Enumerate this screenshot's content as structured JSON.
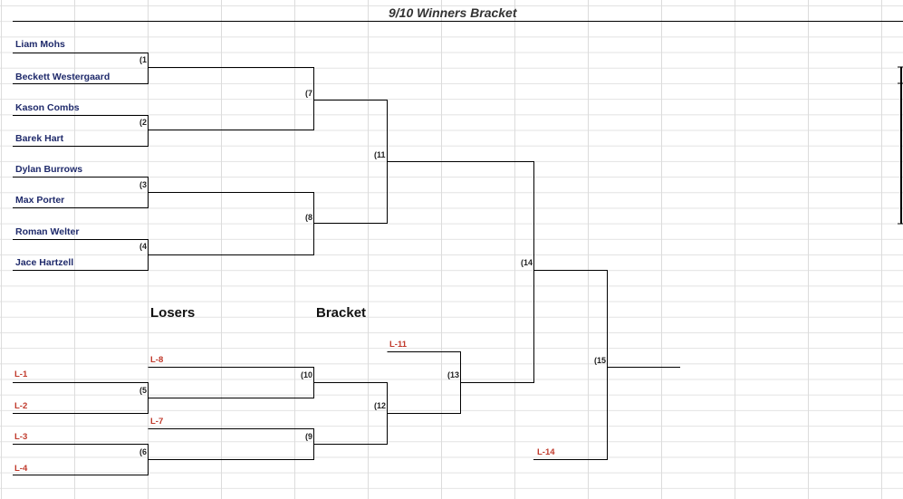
{
  "title": "9/10 Winners Bracket",
  "losers_label": "Losers",
  "bracket_label": "Bracket",
  "players": [
    "Liam Mohs",
    "Beckett Westergaard",
    "Kason Combs",
    "Barek Hart",
    "Dylan Burrows",
    "Max Porter",
    "Roman Welter",
    "Jace Hartzell"
  ],
  "match_labels": {
    "m1": "(1",
    "m2": "(2",
    "m3": "(3",
    "m4": "(4",
    "m5": "(5",
    "m6": "(6",
    "m7": "(7",
    "m8": "(8",
    "m9": "(9",
    "m10": "(10",
    "m11": "(11",
    "m12": "(12",
    "m13": "(13",
    "m14": "(14",
    "m15": "(15"
  },
  "losers_slots": {
    "l1": "L-1",
    "l2": "L-2",
    "l3": "L-3",
    "l4": "L-4",
    "l7": "L-7",
    "l8": "L-8",
    "l11": "L-11",
    "l14": "L-14"
  },
  "colors": {
    "names": "#1f2a6b",
    "losers": "#c0392b",
    "lines": "#000000",
    "grid": "#dcdcdc"
  }
}
